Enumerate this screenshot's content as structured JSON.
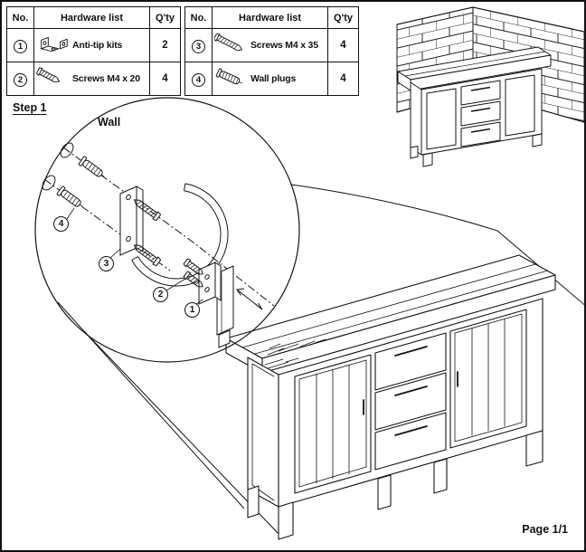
{
  "sheet": {
    "step_label": "Step 1",
    "page_label": "Page 1/1"
  },
  "hardware_tables": {
    "left": {
      "headers": {
        "no": "No.",
        "name": "Hardware list",
        "qty": "Q'ty"
      },
      "rows": [
        {
          "no": "1",
          "name": "Anti-tip kits",
          "qty": "2",
          "icon": "anti-tip-kit-icon"
        },
        {
          "no": "2",
          "name": "Screws M4 x 20",
          "qty": "4",
          "icon": "screw-icon"
        }
      ]
    },
    "right": {
      "headers": {
        "no": "No.",
        "name": "Hardware list",
        "qty": "Q'ty"
      },
      "rows": [
        {
          "no": "3",
          "name": "Screws M4 x 35",
          "qty": "4",
          "icon": "screw-icon"
        },
        {
          "no": "4",
          "name": "Wall plugs",
          "qty": "4",
          "icon": "wall-plug-icon"
        }
      ]
    }
  },
  "detail": {
    "wall_label": "Wall",
    "callouts": {
      "plug": "4",
      "wall_screw": "3",
      "furniture_screw": "2",
      "bracket": "1"
    }
  },
  "colors": {
    "ink": "#141414",
    "paper": "#ffffff"
  }
}
